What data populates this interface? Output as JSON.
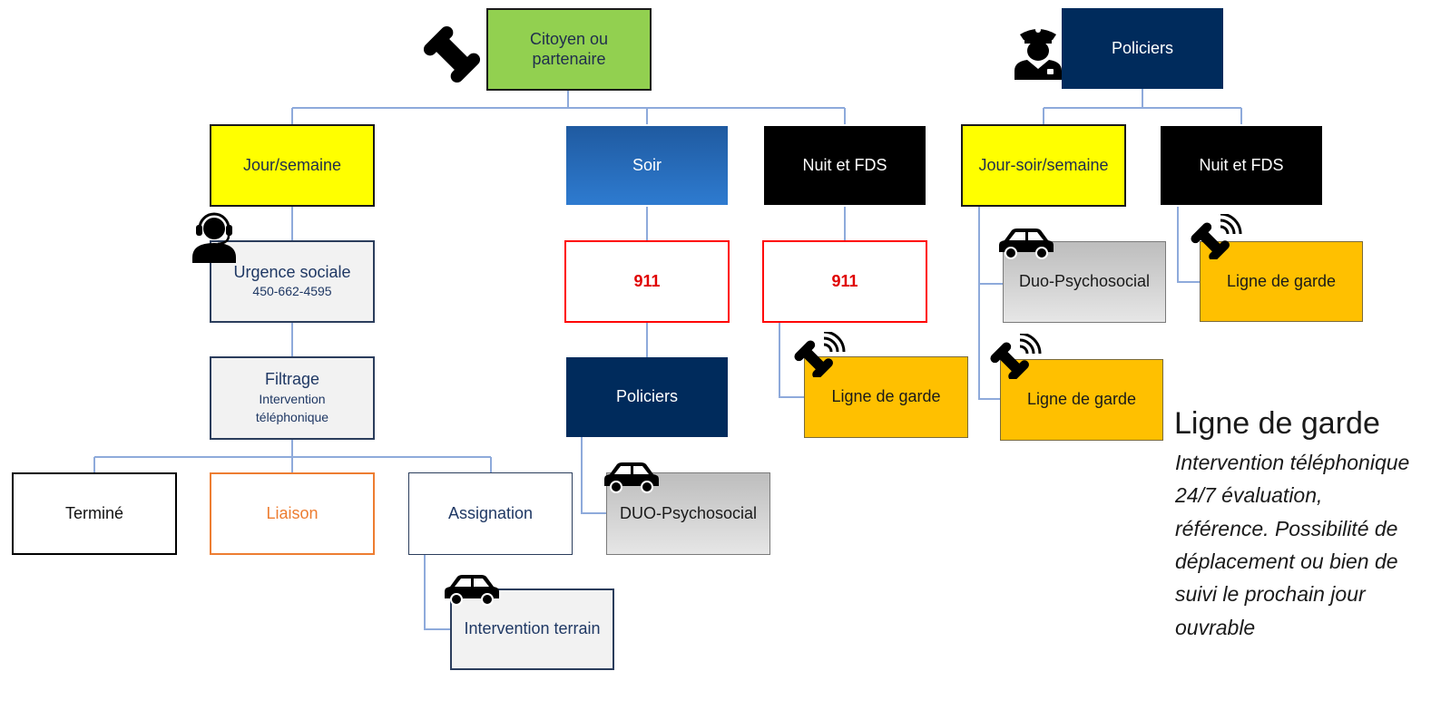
{
  "nodes": {
    "citoyen": "Citoyen ou partenaire",
    "policiers_top": "Policiers",
    "jour_semaine": "Jour/semaine",
    "soir": "Soir",
    "nuit_fds_1": "Nuit et FDS",
    "jour_soir_semaine": "Jour-soir/semaine",
    "nuit_fds_2": "Nuit et FDS",
    "urgence_sociale": "Urgence sociale",
    "urgence_phone": "450-662-4595",
    "call_911_soir": "911",
    "call_911_nuit": "911",
    "duo_psy_1": "Duo-Psychosocial",
    "ligne_garde_right": "Ligne de garde",
    "filtrage": "Filtrage",
    "filtrage_sub": "Intervention téléphonique",
    "policiers_mid": "Policiers",
    "ligne_garde_nuit": "Ligne de garde",
    "ligne_garde_jour": "Ligne de garde",
    "termine": "Terminé",
    "liaison": "Liaison",
    "assignation": "Assignation",
    "duo_psy_2": "DUO-Psychosocial",
    "intervention_terrain": "Intervention terrain"
  },
  "legend": {
    "title": "Ligne de garde",
    "body": "Intervention téléphonique 24/7 évaluation, référence. Possibilité de déplacement ou bien de suivi le prochain jour ouvrable"
  },
  "icons": [
    "phone-icon",
    "police-officer-icon",
    "headset-agent-icon",
    "car-icon",
    "phone-ringing-icon"
  ],
  "colors": {
    "connector": "#8eaadb",
    "green": "#92d050",
    "yellow": "#ffff00",
    "navy": "#002b5c",
    "orange": "#ffc000",
    "red": "#ff0000"
  }
}
